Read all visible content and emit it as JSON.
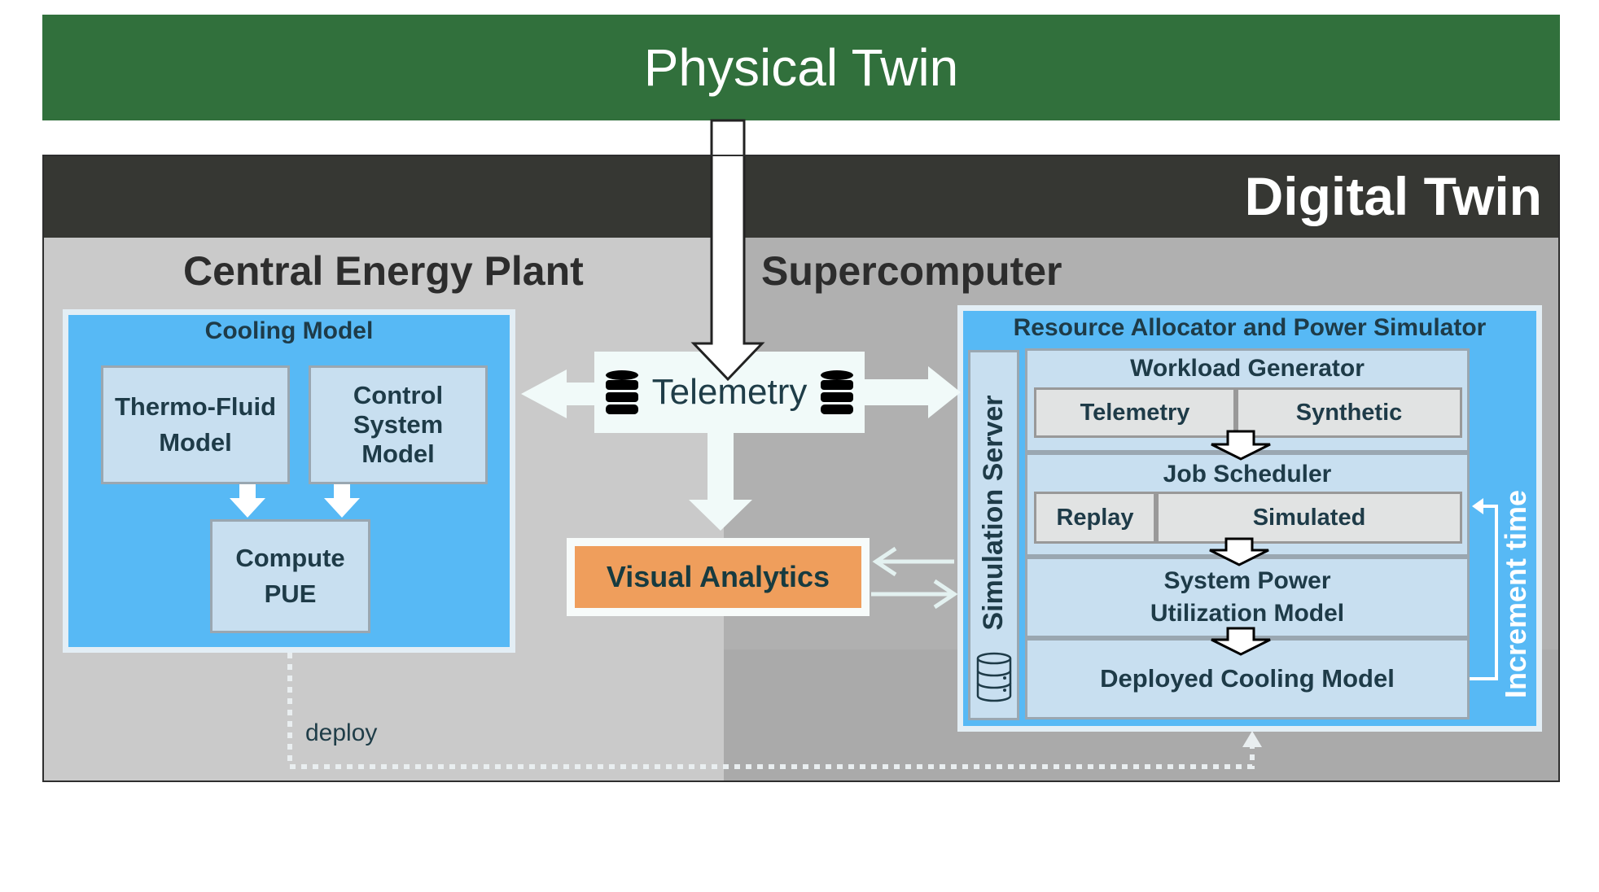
{
  "physical_twin": {
    "title": "Physical Twin"
  },
  "digital_twin": {
    "title": "Digital Twin"
  },
  "central_energy_plant": {
    "title": "Central Energy Plant",
    "cooling_model": {
      "title": "Cooling Model",
      "thermo_fluid": "Thermo-Fluid Model",
      "control_system": "Control System Model",
      "compute_pue": "Compute PUE"
    }
  },
  "supercomputer": {
    "title": "Supercomputer",
    "raps": {
      "title": "Resource Allocator and Power Simulator",
      "simulation_server": "Simulation Server",
      "workload_generator": {
        "title": "Workload Generator",
        "options": [
          "Telemetry",
          "Synthetic"
        ]
      },
      "job_scheduler": {
        "title": "Job Scheduler",
        "options": [
          "Replay",
          "Simulated"
        ]
      },
      "power_model": {
        "line1": "System Power",
        "line2": "Utilization Model"
      },
      "deployed_cooling": "Deployed Cooling Model",
      "increment_time": "Increment time"
    }
  },
  "telemetry": {
    "label": "Telemetry"
  },
  "visual_analytics": {
    "label": "Visual Analytics"
  },
  "deploy": {
    "label": "deploy"
  },
  "colors": {
    "physical_green": "#31703c",
    "digital_dark": "#363733",
    "cooling_blue": "#57b9f5",
    "analytics_orange": "#ef9e5c"
  }
}
